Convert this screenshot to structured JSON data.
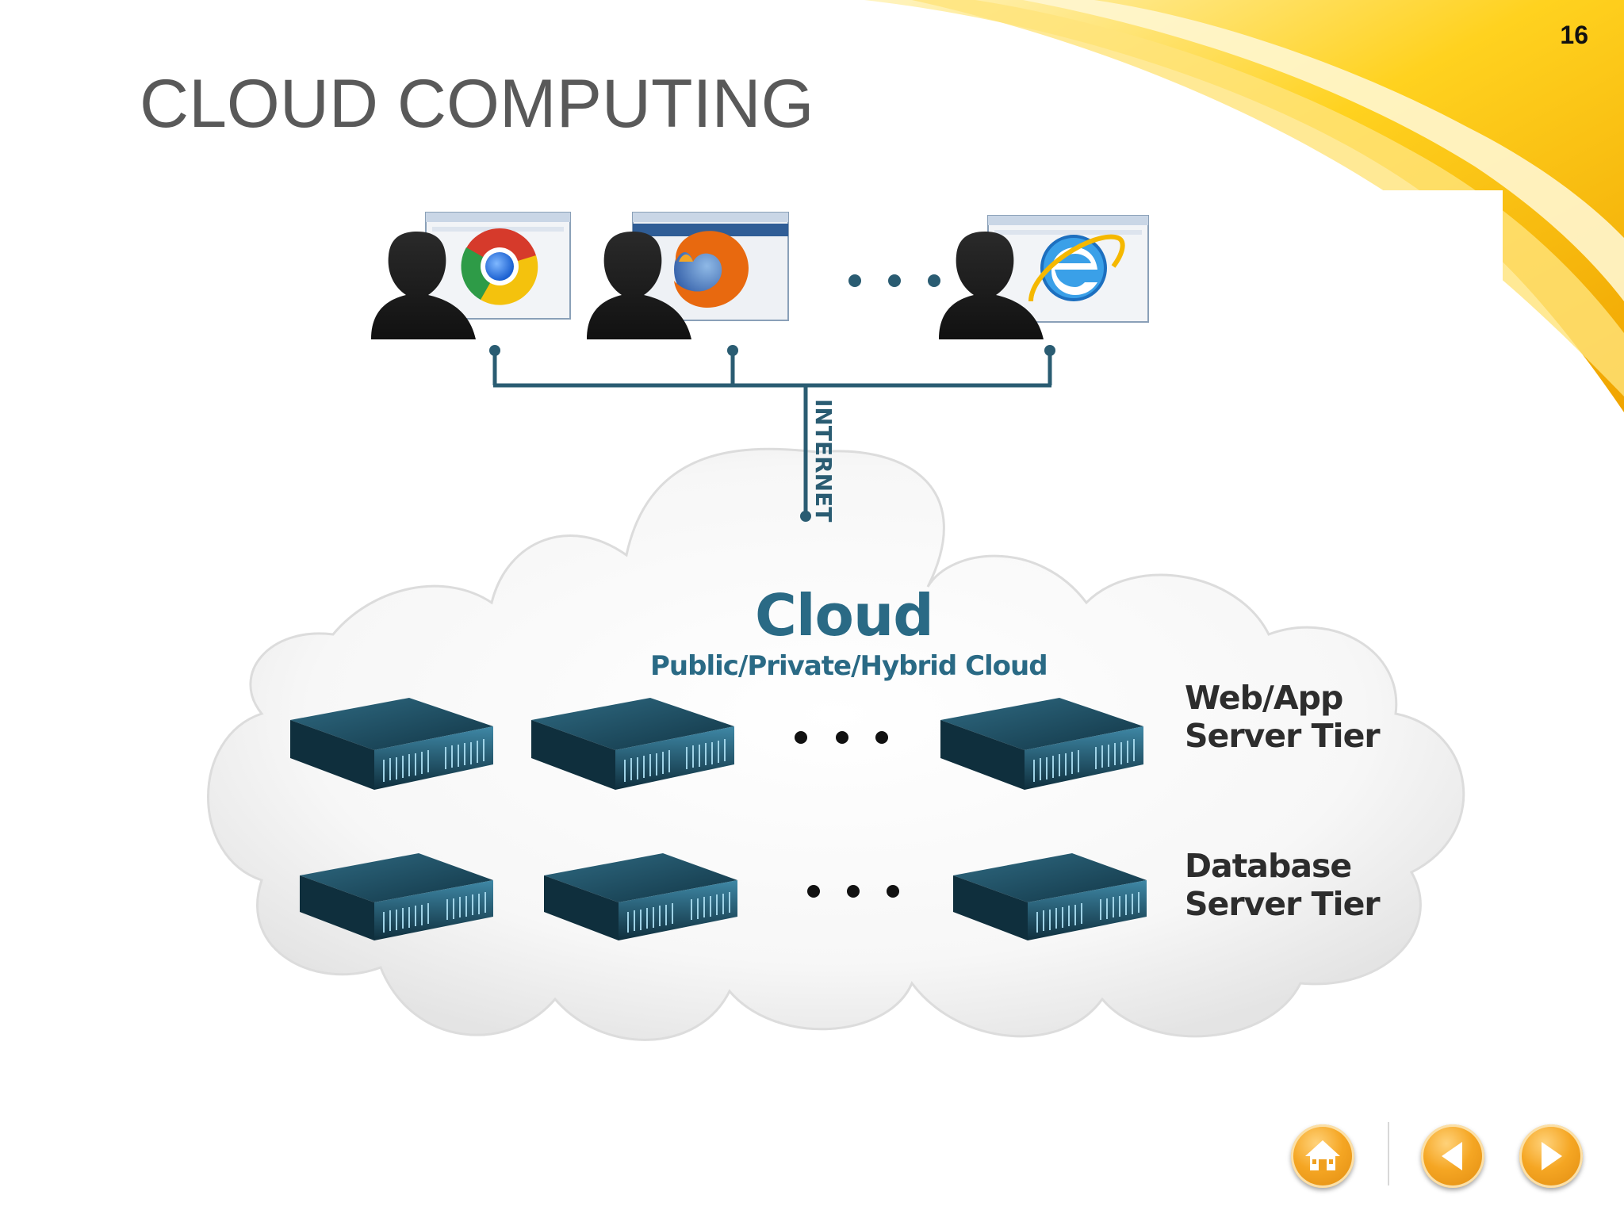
{
  "slide": {
    "title": "CLOUD COMPUTING",
    "page_number": "16"
  },
  "diagram": {
    "connection_label": "INTERNET",
    "cloud_title": "Cloud",
    "cloud_subtitle": "Public/Private/Hybrid Cloud",
    "tiers": [
      {
        "label_line1": "Web/App",
        "label_line2": "Server Tier"
      },
      {
        "label_line1": "Database",
        "label_line2": "Server Tier"
      }
    ],
    "clients": [
      {
        "browser_icon": "chrome-icon"
      },
      {
        "browser_icon": "firefox-icon"
      },
      {
        "browser_icon": "internet-explorer-icon"
      }
    ],
    "colors": {
      "accent": "#2a6a85",
      "line": "#2a5c72",
      "server": "#1d4a5e",
      "swoosh": "#f5b800",
      "nav_button": "#f5a623"
    }
  },
  "navigation": {
    "buttons": [
      {
        "icon": "home-icon"
      },
      {
        "icon": "previous-arrow-icon"
      },
      {
        "icon": "next-arrow-icon"
      }
    ]
  }
}
